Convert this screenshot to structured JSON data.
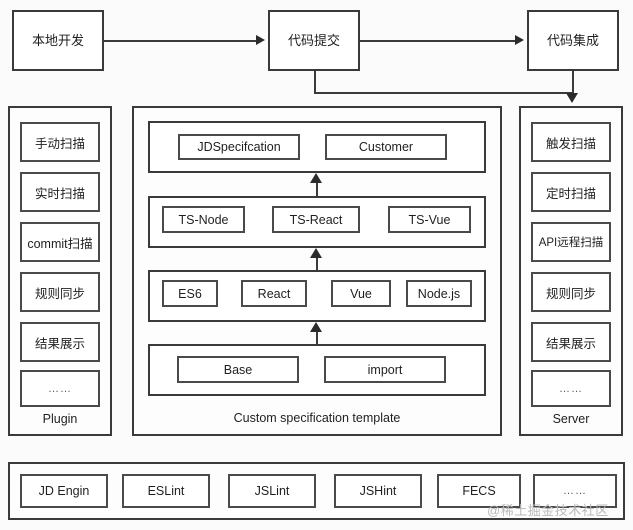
{
  "diagram": {
    "title": "Front-end code specification scanning architecture",
    "colors": {
      "background": "#fbfbfb",
      "box_fill": "#ffffff",
      "border": "#3a3a3a",
      "text": "#1f1f1f",
      "watermark": "#b9b9b9"
    },
    "flow": {
      "nodes": [
        {
          "id": "local-dev",
          "label": "本地开发"
        },
        {
          "id": "code-commit",
          "label": "代码提交"
        },
        {
          "id": "code-integration",
          "label": "代码集成"
        }
      ],
      "edges": [
        {
          "from": "local-dev",
          "to": "code-commit",
          "style": "arrow-right"
        },
        {
          "from": "code-commit",
          "to": "code-integration",
          "style": "arrow-right"
        },
        {
          "from": "code-commit",
          "to": "server-panel",
          "style": "elbow-down-right-arrow-down"
        },
        {
          "from": "code-integration",
          "to": "server-panel",
          "style": "arrow-down"
        }
      ]
    },
    "plugin_panel": {
      "label": "Plugin",
      "items": [
        {
          "label": "手动扫描"
        },
        {
          "label": "实时扫描"
        },
        {
          "label": "commit扫描"
        },
        {
          "label": "规则同步"
        },
        {
          "label": "结果展示"
        },
        {
          "label": "……"
        }
      ]
    },
    "server_panel": {
      "label": "Server",
      "items": [
        {
          "label": "触发扫描"
        },
        {
          "label": "定时扫描"
        },
        {
          "label": "API远程扫描"
        },
        {
          "label": "规则同步"
        },
        {
          "label": "结果展示"
        },
        {
          "label": "……"
        }
      ]
    },
    "template_panel": {
      "label": "Custom specification template",
      "layers": [
        {
          "id": "layer-spec",
          "items": [
            {
              "label": "JDSpecifcation"
            },
            {
              "label": "Customer"
            }
          ]
        },
        {
          "id": "layer-ts",
          "items": [
            {
              "label": "TS-Node"
            },
            {
              "label": "TS-React"
            },
            {
              "label": "TS-Vue"
            }
          ]
        },
        {
          "id": "layer-frameworks",
          "items": [
            {
              "label": "ES6"
            },
            {
              "label": "React"
            },
            {
              "label": "Vue"
            },
            {
              "label": "Node.js"
            }
          ]
        },
        {
          "id": "layer-base",
          "items": [
            {
              "label": "Base"
            },
            {
              "label": "import"
            }
          ]
        }
      ],
      "layer_arrows": [
        {
          "from": "layer-base",
          "to": "layer-frameworks",
          "style": "arrow-up"
        },
        {
          "from": "layer-frameworks",
          "to": "layer-ts",
          "style": "arrow-up"
        },
        {
          "from": "layer-ts",
          "to": "layer-spec",
          "style": "arrow-up"
        }
      ]
    },
    "tools_panel": {
      "items": [
        {
          "label": "JD Engin"
        },
        {
          "label": "ESLint"
        },
        {
          "label": "JSLint"
        },
        {
          "label": "JSHint"
        },
        {
          "label": "FECS"
        },
        {
          "label": "……"
        }
      ]
    },
    "watermark": {
      "text": "@稀土掘金技术社区"
    }
  }
}
